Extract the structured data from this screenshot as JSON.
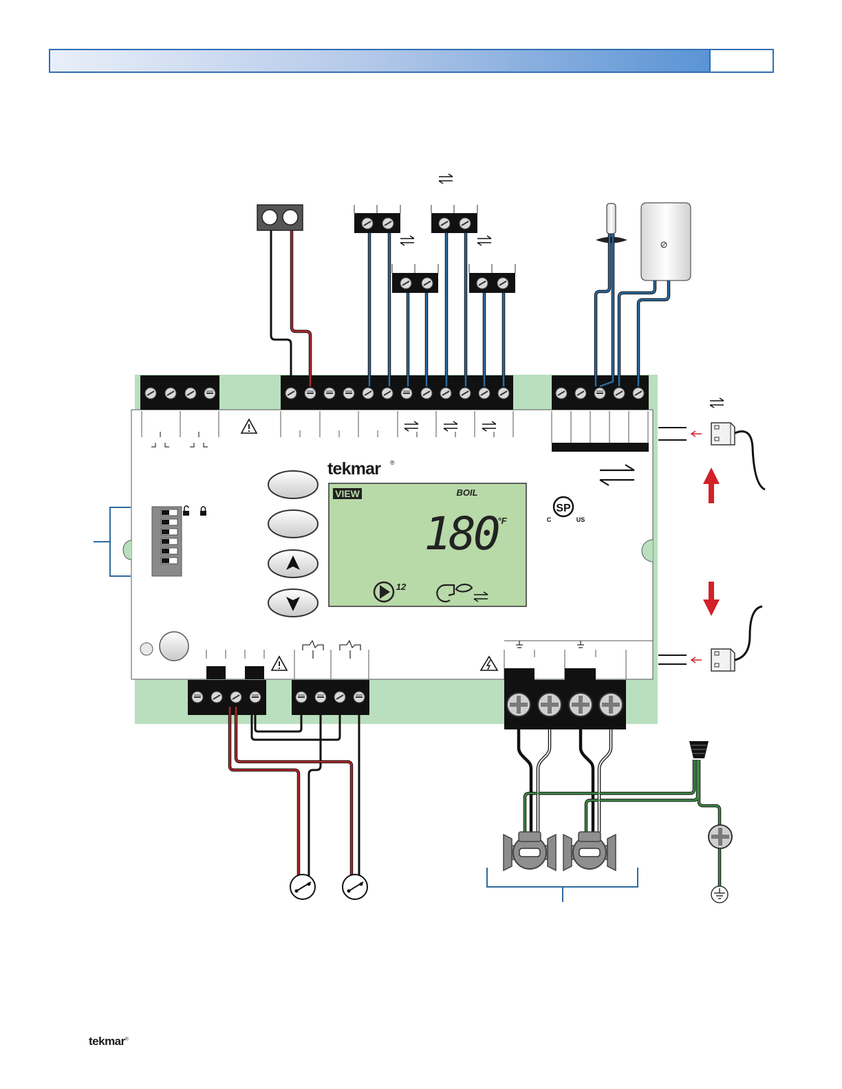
{
  "header": {
    "page_box": ""
  },
  "brand": {
    "logo": "tekmar",
    "registered": "®"
  },
  "lcd": {
    "mode_label": "VIEW",
    "item_label": "BOIL",
    "value": "180",
    "unit": "°F",
    "pump_digits": "12"
  },
  "certification": {
    "mark": "SP",
    "left": "C",
    "right": "US"
  },
  "footer": {
    "logo": "tekmar",
    "registered": "®"
  },
  "colors": {
    "panel_green": "#b9dfbe",
    "wire_blue": "#2c6aa0",
    "wire_red": "#b3262b",
    "wire_green": "#3f8a47",
    "terminal_black": "#111111",
    "lcd_green": "#b8d9a8",
    "bracket_blue": "#2c6aa0",
    "arrow_red": "#d22128"
  },
  "icons": [
    "warning-icon",
    "high-voltage-icon",
    "lock-open-icon",
    "lock-closed-icon",
    "pump-icon",
    "burner-icon",
    "ground-icon",
    "up-arrow-icon",
    "down-arrow-icon"
  ]
}
